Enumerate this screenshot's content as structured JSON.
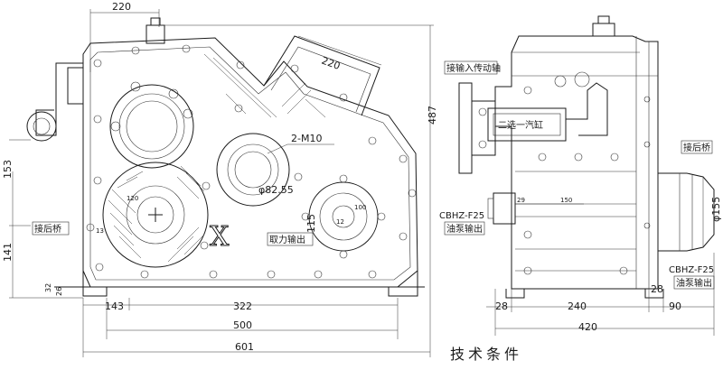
{
  "front_view": {
    "dims": {
      "top_width": "220",
      "slant_width": "220",
      "total_height": "487",
      "height_153": "153",
      "height_141": "141",
      "base_32": "32",
      "base_26": "26",
      "w_143": "143",
      "w_322": "322",
      "w_500": "500",
      "w_601": "601",
      "bolt_spec": "2-M10",
      "flange_dia": "φ82.55",
      "shaft_115": "115",
      "small_120": "120",
      "small_13": "13",
      "small_100": "100",
      "small_12": "12"
    },
    "labels": {
      "rear_axle": "接后桥",
      "pto_output": "取力输出",
      "section_letter": "X"
    }
  },
  "side_view": {
    "dims": {
      "w_28_left": "28",
      "w_240": "240",
      "w_28_right": "28",
      "w_90": "90",
      "w_420": "420",
      "flange_155": "φ155",
      "d_150": "150",
      "d_29": "29"
    },
    "labels": {
      "input_shaft": "接输入传动轴",
      "cylinder": "二选一汽缸",
      "rear_axle": "接后桥",
      "pump_left_model": "CBHZ-F25",
      "pump_left_label": "油泵输出",
      "pump_right_model": "CBHZ-F25",
      "pump_right_label": "油泵输出"
    }
  },
  "footer": {
    "title": "技术条件"
  }
}
